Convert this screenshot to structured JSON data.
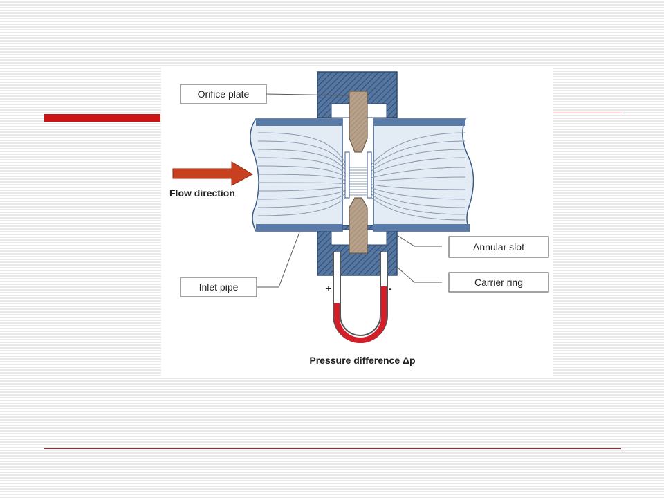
{
  "diagram": {
    "labels": {
      "orifice_plate": "Orifice plate",
      "flow_direction": "Flow direction",
      "inlet_pipe": "Inlet pipe",
      "annular_slot": "Annular slot",
      "carrier_ring": "Carrier ring",
      "pressure_difference": "Pressure difference Δp",
      "plus_sign": "+",
      "minus_sign": "-"
    },
    "colors": {
      "accent_red": "#cc1414",
      "fluid_red": "#d21f2a",
      "arrow": "#c8401f",
      "pipe_wall": "#5a7ba8",
      "housing": "#5576a0",
      "plate": "#b7a18a"
    }
  }
}
